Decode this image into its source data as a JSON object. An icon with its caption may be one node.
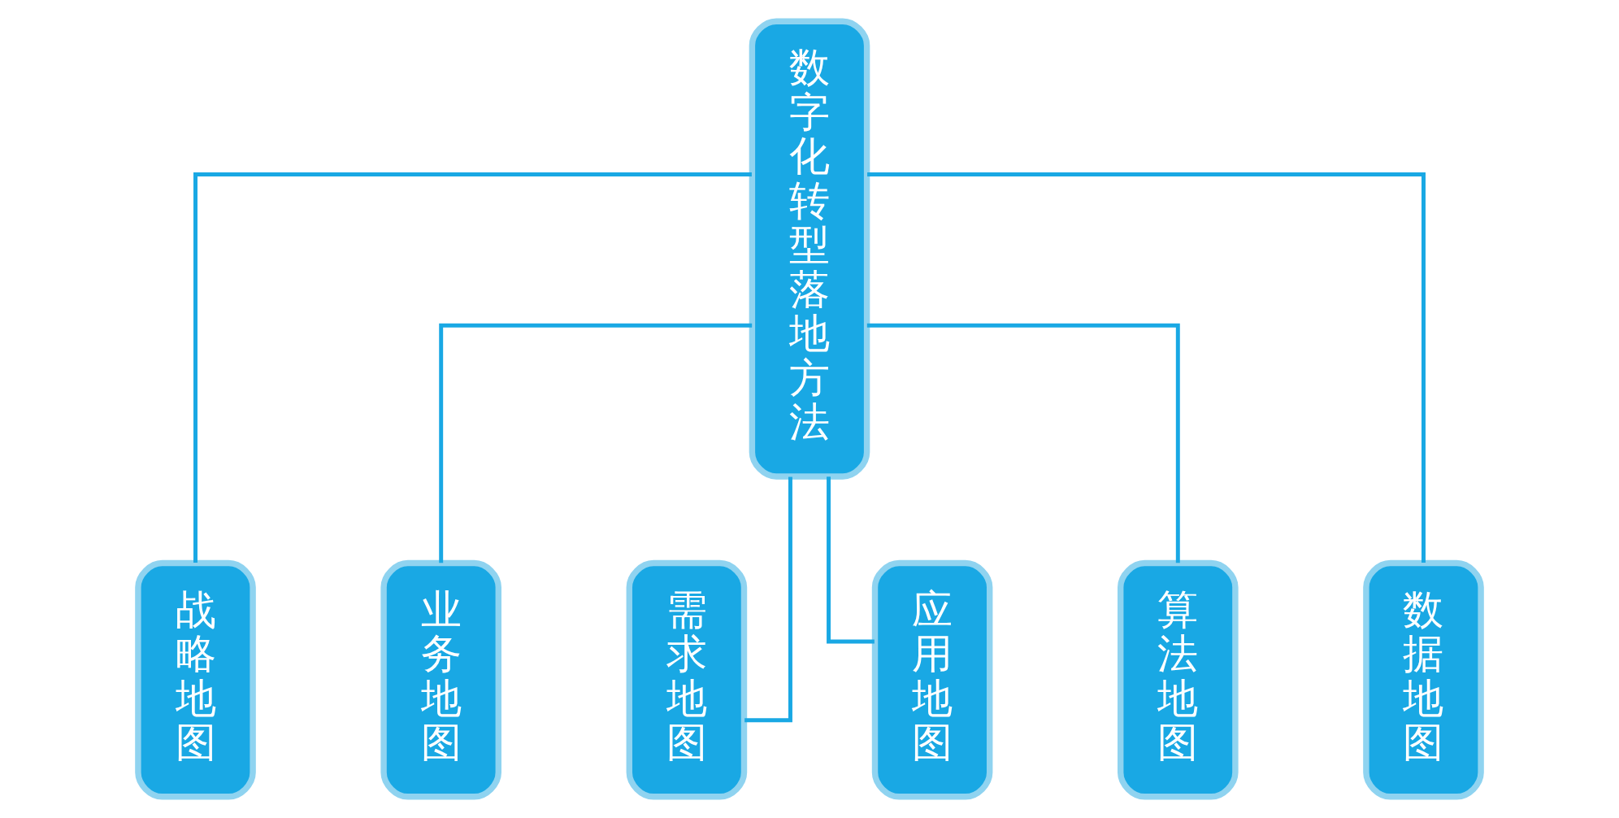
{
  "diagram": {
    "nodes": [
      {
        "text": [
          "数字化转型落地方法"
        ]
      },
      {
        "text": [
          "战略地图"
        ]
      },
      {
        "text": [
          "业务地图"
        ]
      },
      {
        "text": [
          "需求地图"
        ]
      },
      {
        "text": [
          "应用地图"
        ]
      },
      {
        "text": [
          "算法地图"
        ]
      },
      {
        "text": [
          "数据地图"
        ]
      }
    ],
    "edges": [
      {
        "from": 0,
        "to": 1,
        "arrow": "none"
      },
      {
        "from": 0,
        "to": 2,
        "arrow": "none"
      },
      {
        "from": 0,
        "to": 3,
        "arrow": "none"
      },
      {
        "from": 0,
        "to": 4,
        "arrow": "none"
      },
      {
        "from": 0,
        "to": 5,
        "arrow": "none"
      },
      {
        "from": 0,
        "to": 6,
        "arrow": "none"
      }
    ]
  }
}
